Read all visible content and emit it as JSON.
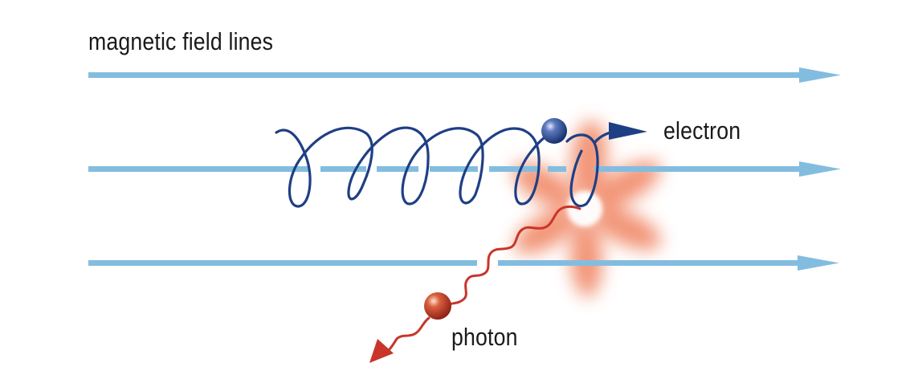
{
  "labels": {
    "field_lines": "magnetic field lines",
    "electron": "electron",
    "photon": "photon"
  },
  "colors": {
    "field_line": "#82bde0",
    "electron_path": "#1f3f85",
    "electron_ball": "#2a4a94",
    "photon_wave": "#c9352a",
    "photon_ball": "#c8432e",
    "glow": "#ef7a55"
  },
  "icons": {
    "electron": "sphere",
    "photon": "sphere",
    "emission": "starburst-glow"
  }
}
